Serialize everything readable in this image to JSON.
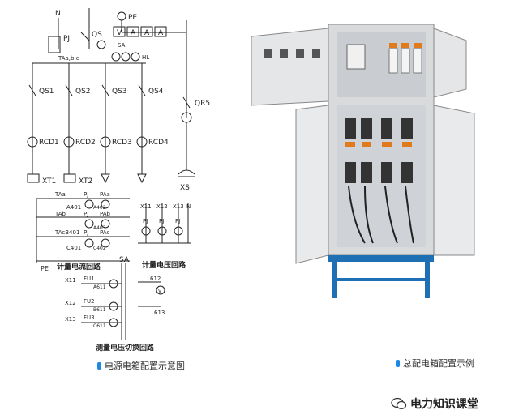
{
  "schematic": {
    "top_labels": {
      "n": "N",
      "pe": "PE",
      "meters": [
        "V",
        "A",
        "A",
        "A"
      ],
      "pj": "PJ",
      "qs": "QS",
      "sa": "SA",
      "phases": "TAa,b,c",
      "hl": "HL"
    },
    "switches": [
      "QS1",
      "QS2",
      "QS3",
      "QS4",
      "QR5"
    ],
    "rcds": [
      "RCD1",
      "RCD2",
      "RCD3",
      "RCD4"
    ],
    "terminals": [
      "XT1",
      "XT2",
      "XS"
    ],
    "ct_labels": [
      "TAa",
      "PJ",
      "PAa",
      "A401",
      "A402",
      "TAb",
      "PJ",
      "PAb",
      "TAcB401",
      "A403",
      "PJ",
      "PAc",
      "C401",
      "C402"
    ],
    "pe_label": "PE",
    "current_circuit_label": "计量电流回路",
    "voltage_labels": [
      "X11",
      "X12",
      "X13",
      "N",
      "PJ",
      "PJ",
      "PJ"
    ],
    "voltage_circuit_label": "计量电压回路",
    "sa_label": "SA",
    "fuse_labels": [
      "X11",
      "FU1",
      "X12",
      "FU2",
      "X13",
      "FU3",
      "A611",
      "B611",
      "C611",
      "612",
      "613",
      "V"
    ],
    "switch_circuit_label": "测量电压切换回路"
  },
  "captions": {
    "left": "电源电箱配置示意图",
    "right": "总配电箱配置示例"
  },
  "watermark": "电力知识课堂"
}
